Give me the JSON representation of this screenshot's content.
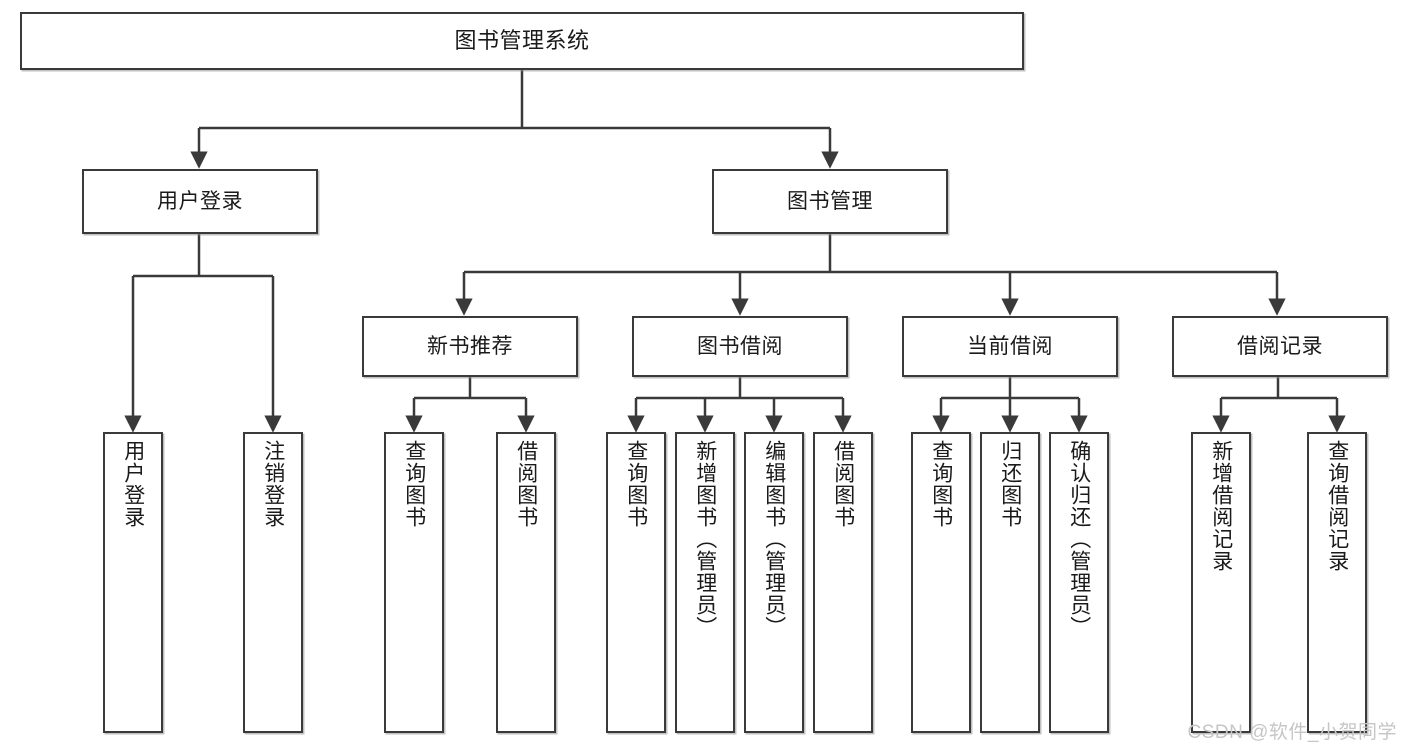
{
  "diagram": {
    "title": "图书管理系统",
    "type": "hierarchy-tree",
    "root": {
      "label": "图书管理系统"
    },
    "level1": [
      {
        "label": "用户登录"
      },
      {
        "label": "图书管理"
      }
    ],
    "level2": [
      {
        "label": "新书推荐"
      },
      {
        "label": "图书借阅"
      },
      {
        "label": "当前借阅"
      },
      {
        "label": "借阅记录"
      }
    ],
    "leaves": {
      "user_login": [
        {
          "label": "用户登录"
        },
        {
          "label": "注销登录"
        }
      ],
      "new_book_recommend": [
        {
          "label": "查询图书"
        },
        {
          "label": "借阅图书"
        }
      ],
      "book_borrow": [
        {
          "label": "查询图书"
        },
        {
          "label": "新增图书（管理员）"
        },
        {
          "label": "编辑图书（管理员）"
        },
        {
          "label": "借阅图书"
        }
      ],
      "current_borrow": [
        {
          "label": "查询图书"
        },
        {
          "label": "归还图书"
        },
        {
          "label": "确认归还（管理员）"
        }
      ],
      "borrow_record": [
        {
          "label": "新增借阅记录"
        },
        {
          "label": "查询借阅记录"
        }
      ]
    }
  },
  "watermark": {
    "text": "CSDN @软件_小贺同学"
  },
  "colors": {
    "border": "#3a3a3a",
    "background": "#ffffff",
    "text": "#1a1a1a",
    "watermark": "#c6c6c6"
  }
}
